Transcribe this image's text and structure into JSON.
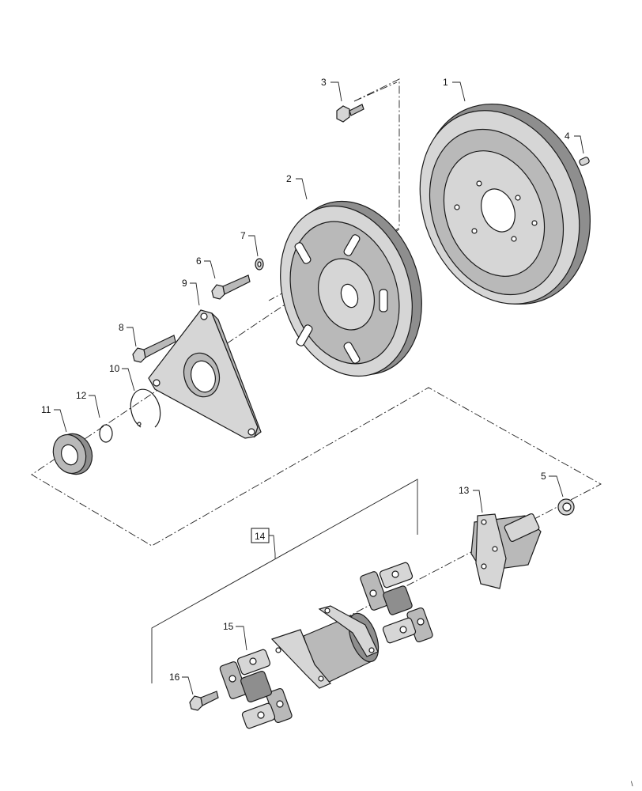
{
  "callouts": {
    "c1": "1",
    "c2": "2",
    "c3": "3",
    "c4": "4",
    "c5": "5",
    "c6": "6",
    "c7": "7",
    "c8": "8",
    "c9": "9",
    "c10": "10",
    "c11": "11",
    "c12": "12",
    "c13": "13",
    "c14": "14",
    "c15": "15",
    "c16": "16"
  },
  "corner_mark": "\\"
}
